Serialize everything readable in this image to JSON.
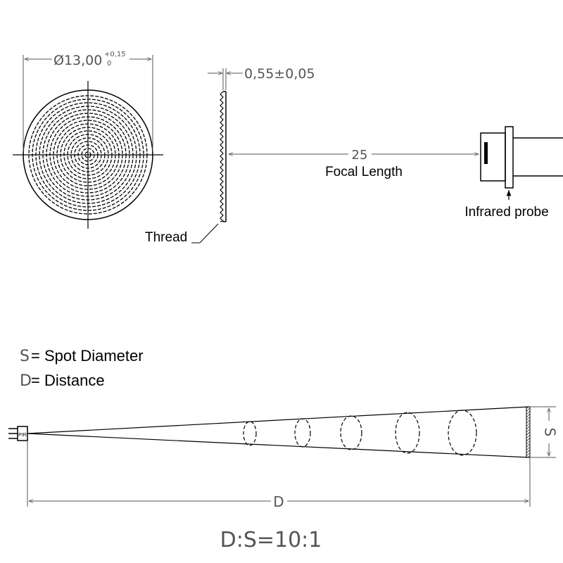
{
  "lens_dimensions": {
    "diameter_base": "Ø13,00",
    "diameter_tol_upper": "+0,15",
    "diameter_tol_lower": "0",
    "thickness": "0,55±0,05"
  },
  "focal": {
    "value": "25",
    "label": "Focal Length"
  },
  "labels": {
    "thread": "Thread",
    "infrared_probe": "Infrared probe"
  },
  "legend": {
    "s_symbol": "S",
    "s_text": "= Spot Diameter",
    "d_symbol": "D",
    "d_text": "= Distance"
  },
  "sensor_label": "PIR",
  "distance_symbol": "D",
  "spot_symbol": "S",
  "ratio": "D:S=10:1"
}
